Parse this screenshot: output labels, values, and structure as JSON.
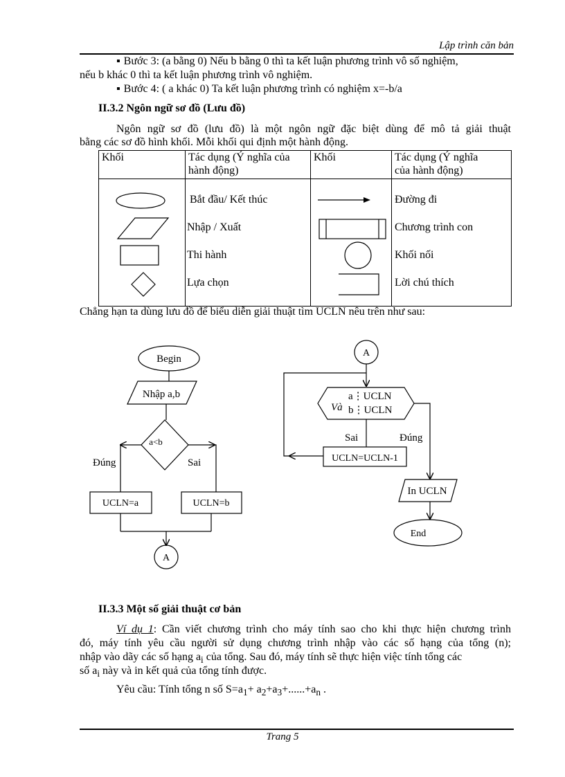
{
  "header": {
    "title": "Lập trình căn bản"
  },
  "paragraphs": {
    "step3_line1": "Bước 3: (a bằng 0) Nếu b bằng 0 thì ta kết luận phương trình vô số nghiệm,",
    "step3_line2": "nếu b khác 0 thì ta kết luận phương trình vô nghiệm.",
    "step4": "Bước 4: ( a khác 0)  Ta kết luận phương trình có nghiệm x=-b/a",
    "section_232": "II.3.2 Ngôn ngữ sơ đồ (Lưu đồ)",
    "intro_line1": "Ngôn ngữ sơ đồ (lưu đồ) là một ngôn ngữ đặc biệt dùng để mô tả giải thuật",
    "intro_line2": "bằng các sơ đồ hình khối. Mỗi khối qui định một hành động.",
    "example_intro": "Chẳng hạn ta dùng lưu đồ để biểu diễn giải thuật tìm UCLN nêu trên như sau:",
    "section_233": "II.3.3 Một số giải thuật cơ bản",
    "vd1_label": "Ví dụ 1",
    "vd1_line1_rest": ": Cần viết chương trình cho máy tính sao cho khi thực hiện chương trình",
    "vd1_line2": "đó, máy tính yêu cầu người sử dụng chương trình nhập vào các số hạng của tổng (n);",
    "vd1_line3_a": "nhập vào dãy các số hạng a",
    "vd1_line3_sub": "i",
    "vd1_line3_b": " của tổng. Sau đó, máy tính sẽ thực hiện việc tính tổng các",
    "vd1_line4_a": "số a",
    "vd1_line4_sub": "i",
    "vd1_line4_b": " này và in kết quả của tổng tính được.",
    "req_a": "Yêu cầu: Tính tổng n số S=a",
    "req_s1": "1",
    "req_b": "+ a",
    "req_s2": "2",
    "req_c": "+a",
    "req_s3": "3",
    "req_d": "+......+a",
    "req_sn": "n",
    "req_e": " ."
  },
  "table": {
    "header": [
      "Khối",
      "Tác dụng (Ý nghĩa của hành động)",
      "Khối",
      "Tác dụng (Ý nghĩa của hành động)"
    ],
    "header_col2_l1": "Tác dụng (Ý nghĩa của",
    "header_col2_l2": "hành động)",
    "header_col4_l1": "Tác dụng (Ý nghĩa",
    "header_col4_l2": "của hành động)",
    "left_rows": [
      "Bắt đầu/ Kết thúc",
      "Nhập / Xuất",
      "Thi hành",
      "Lựa chọn"
    ],
    "right_rows": [
      "Đường đi",
      "Chương trình con",
      "Khối nối",
      "Lời chú thích"
    ]
  },
  "flowchart": {
    "begin": "Begin",
    "input": "Nhập a,b",
    "condition": "a<b",
    "yes_left": "Đúng",
    "no_left": "Sai",
    "assign_a": "UCLN=a",
    "assign_b": "UCLN=b",
    "connector": "A",
    "connector_top": "A",
    "cond2_line1": "a⋮UCLN",
    "cond2_va": "Và",
    "cond2_line2": "b⋮UCLN",
    "no_right": "Sai",
    "yes_right": "Đúng",
    "decrement": "UCLN=UCLN-1",
    "output": "In UCLN",
    "end": "End"
  },
  "footer": {
    "page": "Trang 5"
  }
}
